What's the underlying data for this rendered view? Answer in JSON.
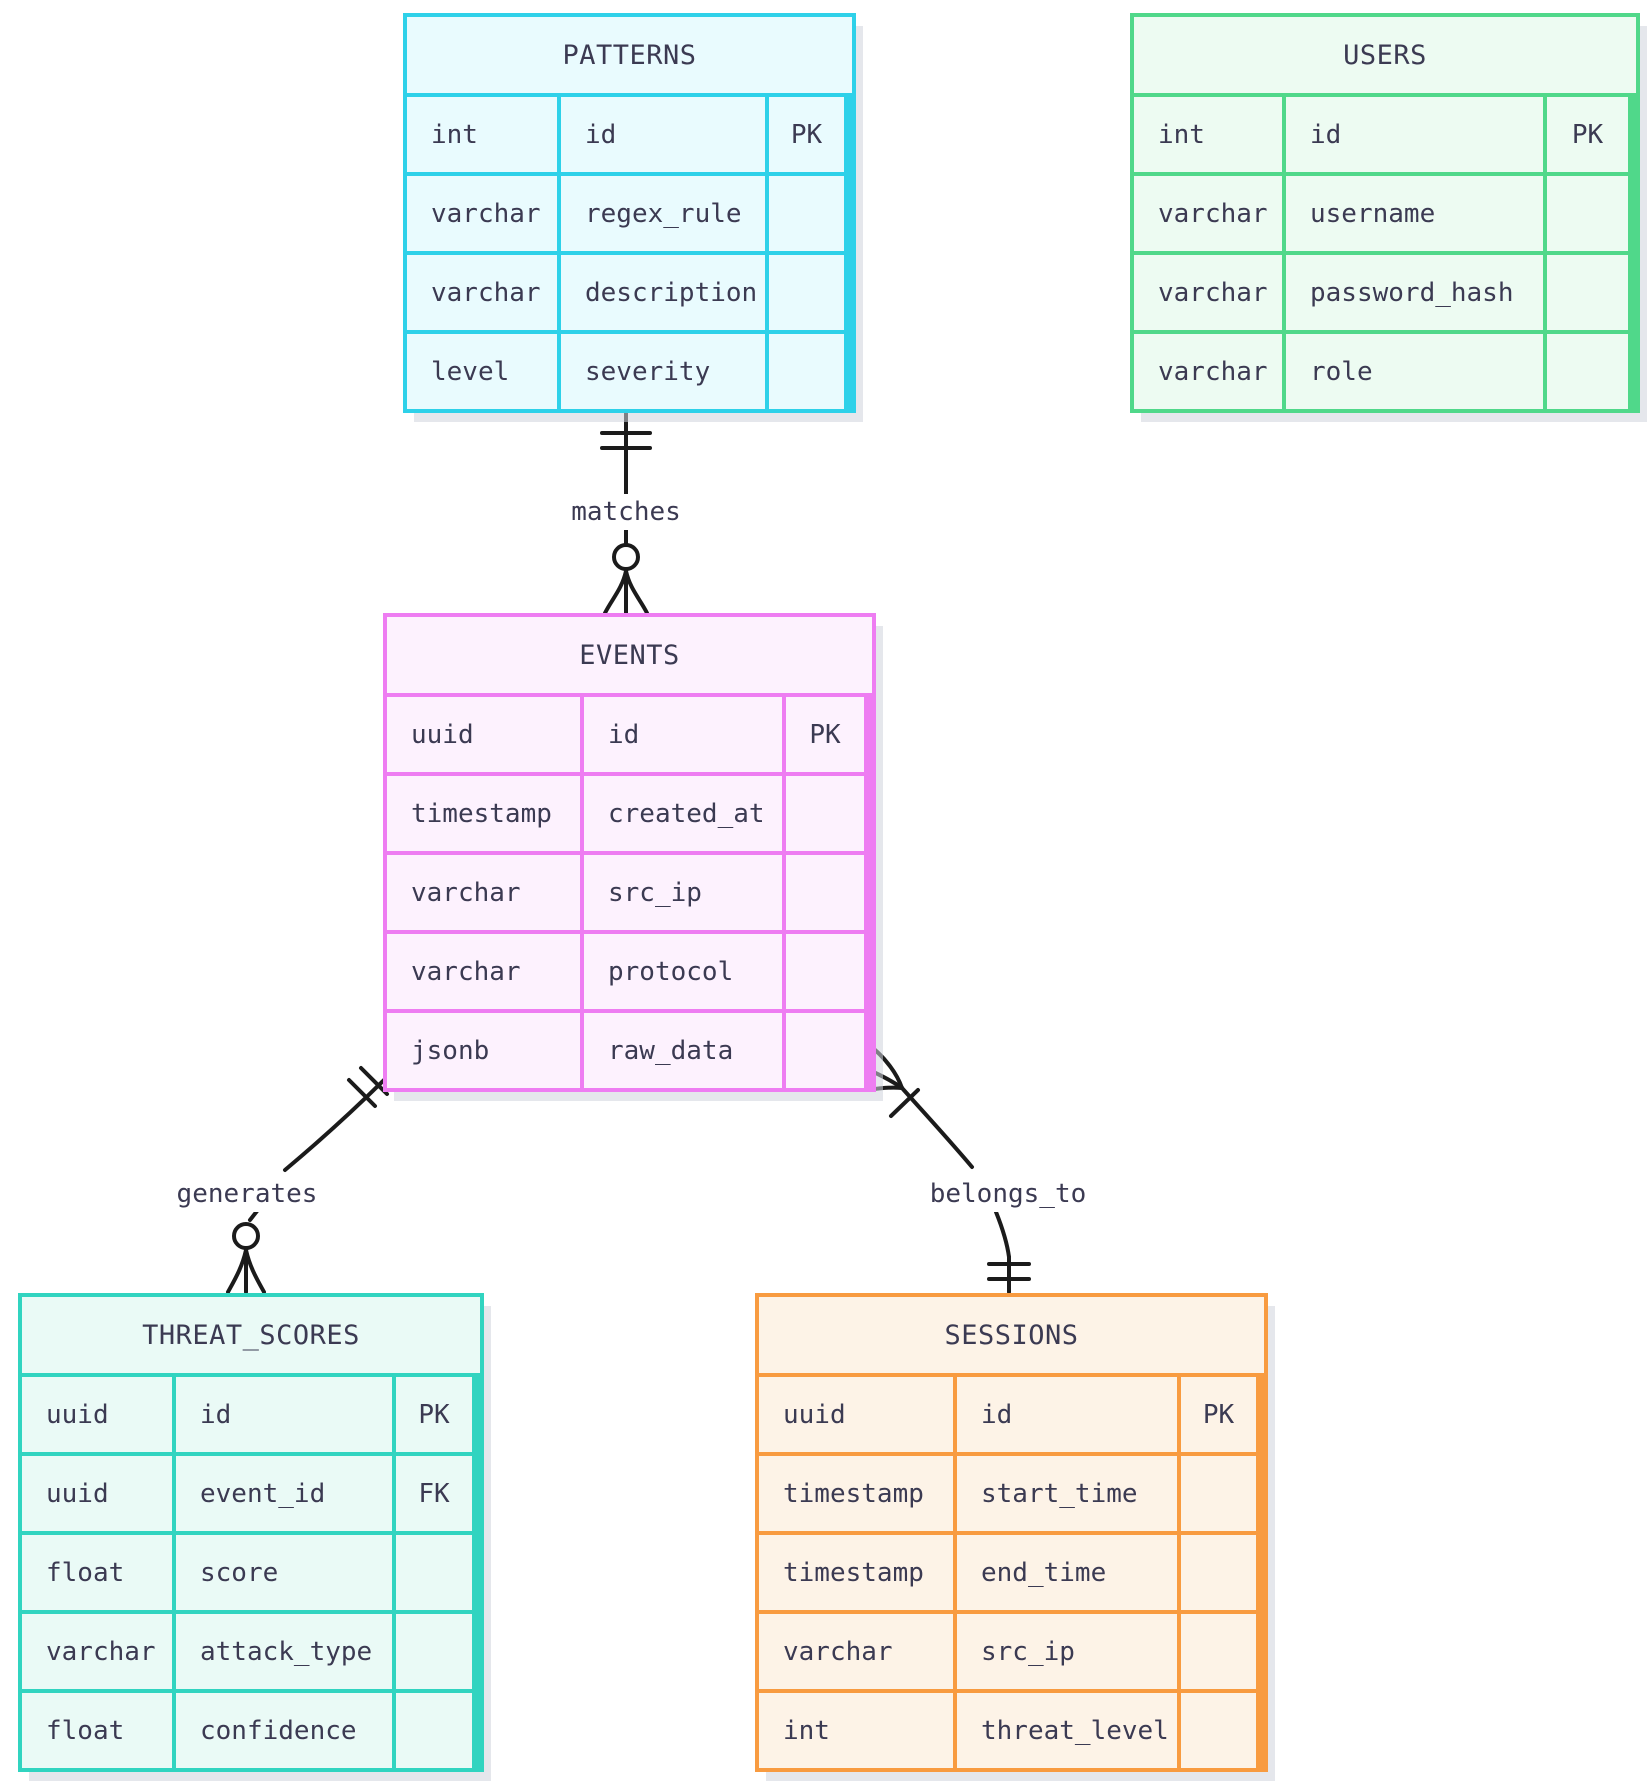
{
  "diagram": {
    "type": "entity-relationship-diagram",
    "line_color": "#1b1b1b",
    "text_color": "#3b3a52",
    "entities": [
      {
        "name": "PATTERNS",
        "colors": {
          "border": "#2ed1e9",
          "fill": "#e9fbfe"
        },
        "attributes": [
          {
            "type": "int",
            "name": "id",
            "key": "PK"
          },
          {
            "type": "varchar",
            "name": "regex_rule",
            "key": ""
          },
          {
            "type": "varchar",
            "name": "description",
            "key": ""
          },
          {
            "type": "level",
            "name": "severity",
            "key": ""
          }
        ]
      },
      {
        "name": "USERS",
        "colors": {
          "border": "#50d88a",
          "fill": "#edfbf2"
        },
        "attributes": [
          {
            "type": "int",
            "name": "id",
            "key": "PK"
          },
          {
            "type": "varchar",
            "name": "username",
            "key": ""
          },
          {
            "type": "varchar",
            "name": "password_hash",
            "key": ""
          },
          {
            "type": "varchar",
            "name": "role",
            "key": ""
          }
        ]
      },
      {
        "name": "EVENTS",
        "colors": {
          "border": "#ee7df2",
          "fill": "#fdf2fe"
        },
        "attributes": [
          {
            "type": "uuid",
            "name": "id",
            "key": "PK"
          },
          {
            "type": "timestamp",
            "name": "created_at",
            "key": ""
          },
          {
            "type": "varchar",
            "name": "src_ip",
            "key": ""
          },
          {
            "type": "varchar",
            "name": "protocol",
            "key": ""
          },
          {
            "type": "jsonb",
            "name": "raw_data",
            "key": ""
          }
        ]
      },
      {
        "name": "THREAT_SCORES",
        "colors": {
          "border": "#31d4c0",
          "fill": "#eafaf6"
        },
        "attributes": [
          {
            "type": "uuid",
            "name": "id",
            "key": "PK"
          },
          {
            "type": "uuid",
            "name": "event_id",
            "key": "FK"
          },
          {
            "type": "float",
            "name": "score",
            "key": ""
          },
          {
            "type": "varchar",
            "name": "attack_type",
            "key": ""
          },
          {
            "type": "float",
            "name": "confidence",
            "key": ""
          }
        ]
      },
      {
        "name": "SESSIONS",
        "colors": {
          "border": "#f89b40",
          "fill": "#fdf3e7"
        },
        "attributes": [
          {
            "type": "uuid",
            "name": "id",
            "key": "PK"
          },
          {
            "type": "timestamp",
            "name": "start_time",
            "key": ""
          },
          {
            "type": "timestamp",
            "name": "end_time",
            "key": ""
          },
          {
            "type": "varchar",
            "name": "src_ip",
            "key": ""
          },
          {
            "type": "int",
            "name": "threat_level",
            "key": ""
          }
        ]
      }
    ],
    "relationships": [
      {
        "from": "PATTERNS",
        "to": "EVENTS",
        "label": "matches",
        "from_cardinality": "exactly-one",
        "to_cardinality": "zero-or-many",
        "line_style": "solid"
      },
      {
        "from": "EVENTS",
        "to": "THREAT_SCORES",
        "label": "generates",
        "from_cardinality": "exactly-one",
        "to_cardinality": "zero-or-many",
        "line_style": "solid"
      },
      {
        "from": "EVENTS",
        "to": "SESSIONS",
        "label": "belongs_to",
        "from_cardinality": "one-or-many",
        "to_cardinality": "exactly-one",
        "line_style": "solid"
      }
    ]
  }
}
